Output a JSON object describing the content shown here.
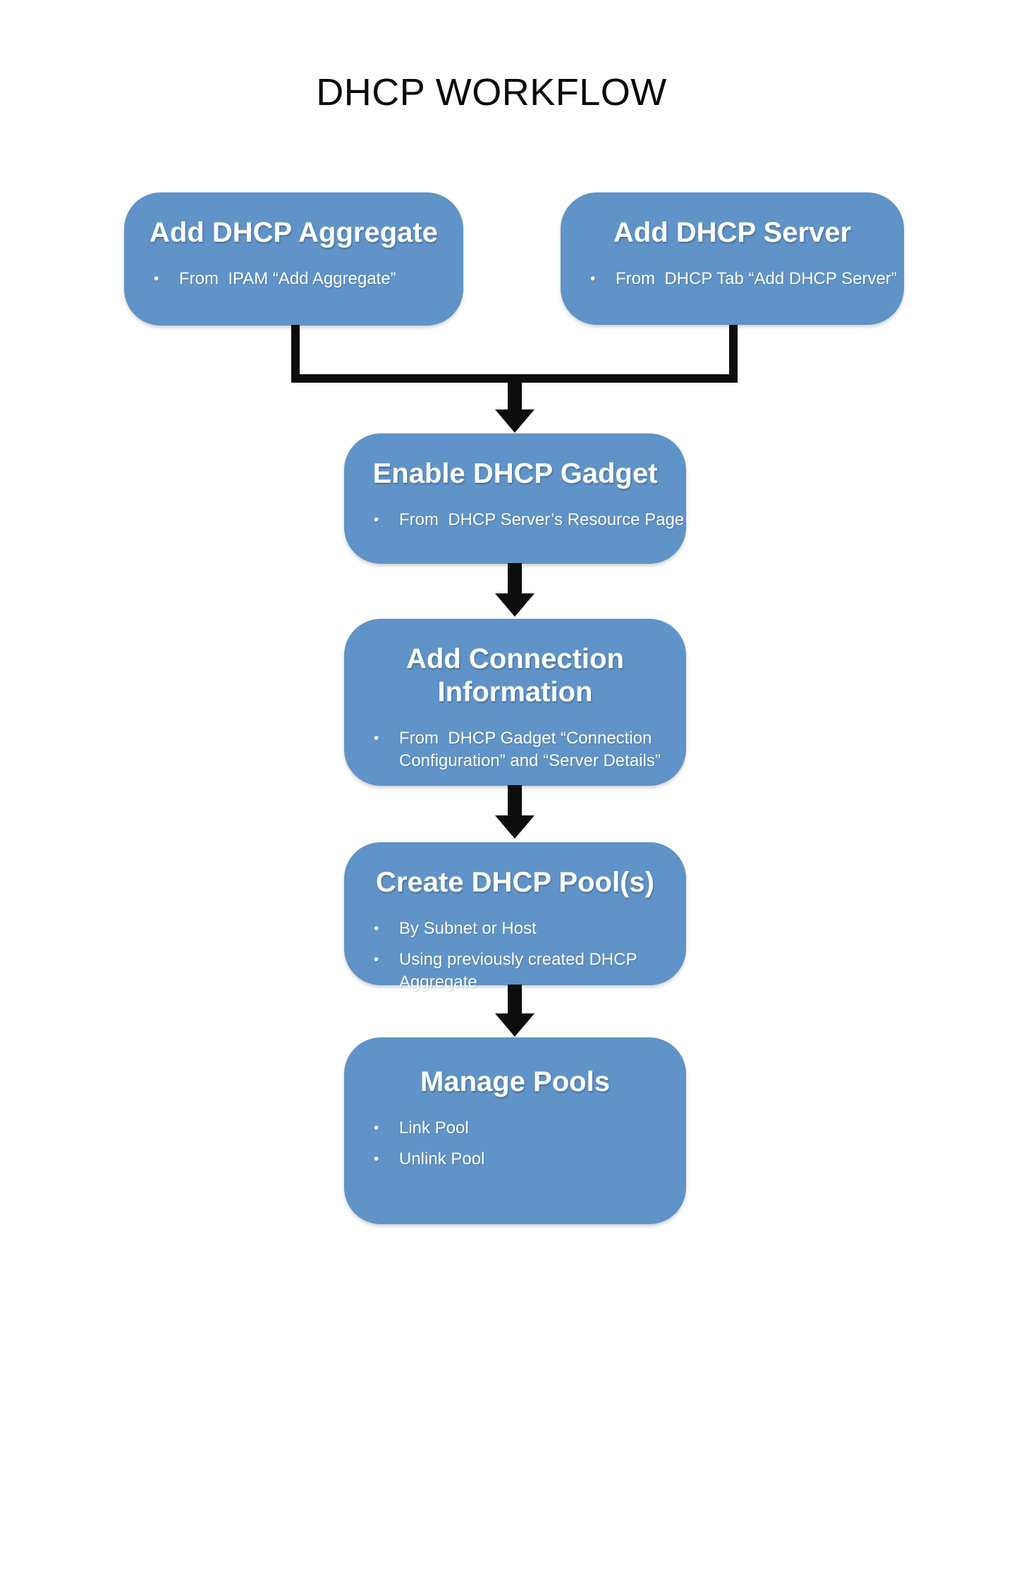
{
  "title": "DHCP WORKFLOW",
  "colors": {
    "node_fill": "#6093c7",
    "node_text": "#ffffff",
    "connector": "#0d0d0d",
    "background": "#ffffff",
    "title_text": "#0a0a0a"
  },
  "nodes": [
    {
      "id": "add-dhcp-aggregate",
      "title": "Add DHCP Aggregate",
      "bullets": [
        "From  IPAM “Add Aggregate”"
      ]
    },
    {
      "id": "add-dhcp-server",
      "title": "Add DHCP Server",
      "bullets": [
        "From  DHCP Tab “Add DHCP Server”"
      ]
    },
    {
      "id": "enable-dhcp-gadget",
      "title": "Enable DHCP Gadget",
      "bullets": [
        "From  DHCP Server’s Resource Page"
      ]
    },
    {
      "id": "add-connection-information",
      "title": "Add Connection Information",
      "bullets": [
        "From  DHCP Gadget “Connection Configuration” and “Server Details”"
      ]
    },
    {
      "id": "create-dhcp-pools",
      "title": "Create DHCP Pool(s)",
      "bullets": [
        "By Subnet or Host",
        "Using previously created DHCP Aggregate"
      ]
    },
    {
      "id": "manage-pools",
      "title": "Manage Pools",
      "bullets": [
        "Link Pool",
        "Unlink Pool"
      ]
    }
  ],
  "edges": [
    {
      "from": "add-dhcp-aggregate",
      "to": "enable-dhcp-gadget"
    },
    {
      "from": "add-dhcp-server",
      "to": "enable-dhcp-gadget"
    },
    {
      "from": "enable-dhcp-gadget",
      "to": "add-connection-information"
    },
    {
      "from": "add-connection-information",
      "to": "create-dhcp-pools"
    },
    {
      "from": "create-dhcp-pools",
      "to": "manage-pools"
    }
  ],
  "bullet_glyph": "•"
}
